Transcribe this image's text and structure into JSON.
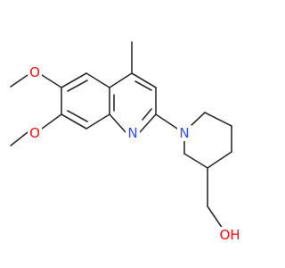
{
  "molecule": {
    "atom_labels": {
      "o_top": "O",
      "o_left": "O",
      "n_ring": "N",
      "n_pip": "N",
      "oh": "OH"
    },
    "colors": {
      "bond": "#2b2b2b",
      "oxygen": "#ff0d0d",
      "nitrogen": "#3050f8"
    }
  }
}
